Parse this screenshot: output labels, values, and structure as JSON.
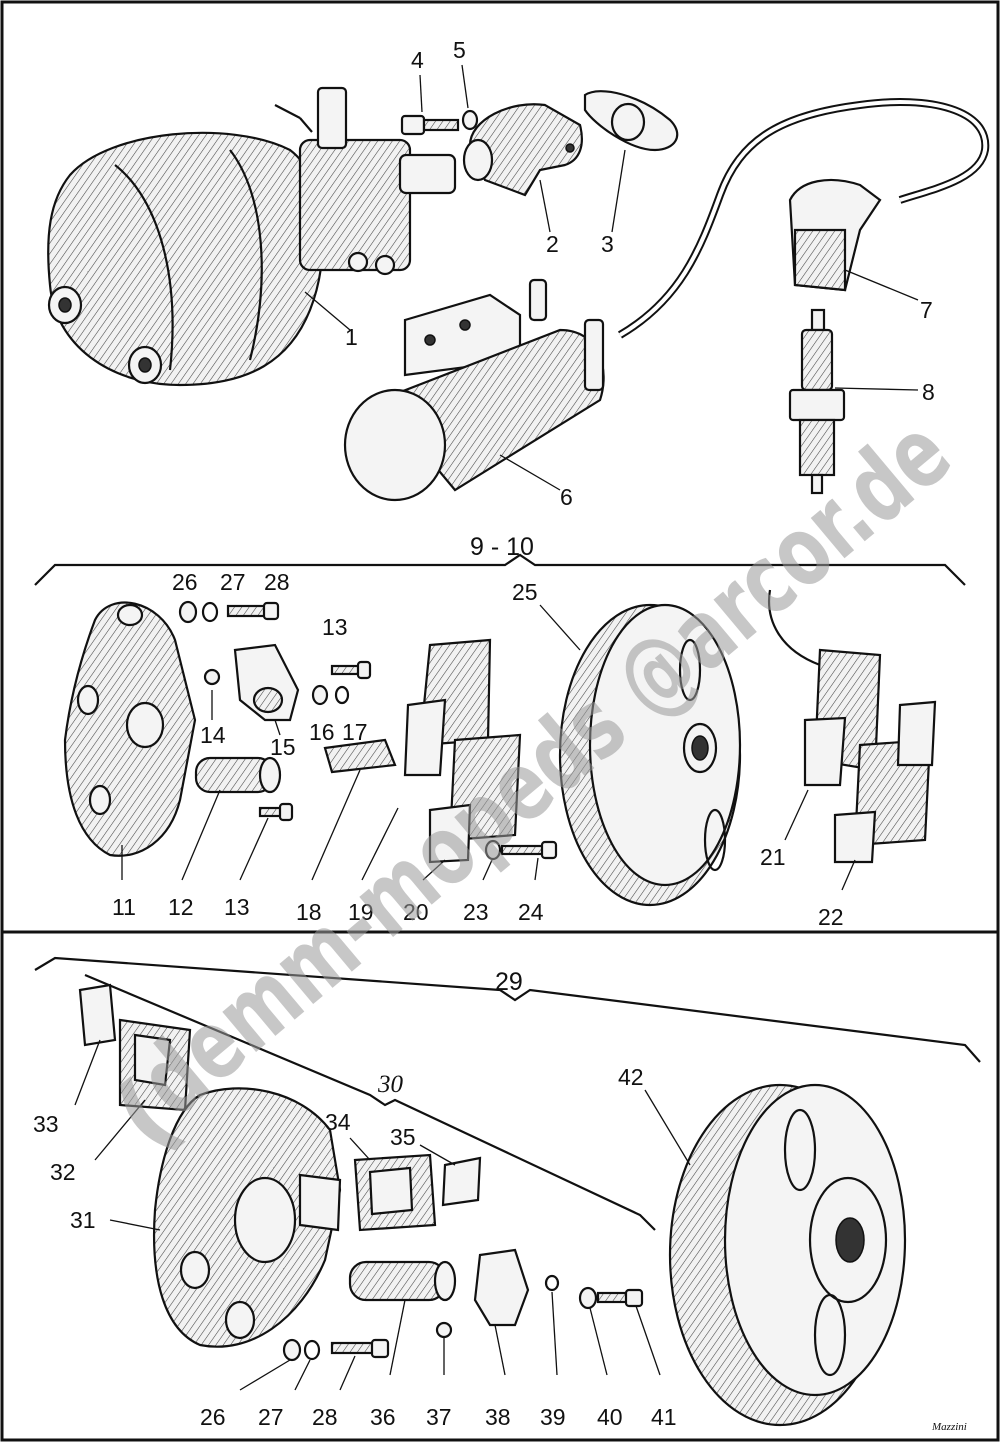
{
  "callouts": {
    "n1": "1",
    "n2": "2",
    "n3": "3",
    "n4": "4",
    "n5": "5",
    "n6": "6",
    "n7": "7",
    "n8": "8",
    "n11": "11",
    "n12": "12",
    "n13a": "13",
    "n13b": "13",
    "n14": "14",
    "n15": "15",
    "n16": "16",
    "n17": "17",
    "n18": "18",
    "n19": "19",
    "n20": "20",
    "n21": "21",
    "n22": "22",
    "n23": "23",
    "n24": "24",
    "n25": "25",
    "n26a": "26",
    "n27a": "27",
    "n28a": "28",
    "n26b": "26",
    "n27b": "27",
    "n28b": "28",
    "n31": "31",
    "n32": "32",
    "n33": "33",
    "n34": "34",
    "n35": "35",
    "n36": "36",
    "n37": "37",
    "n38": "38",
    "n39": "39",
    "n40": "40",
    "n41": "41",
    "n42": "42"
  },
  "groups": {
    "group_9_10": "9 - 10",
    "group_29": "29",
    "group_30": "30"
  },
  "watermark": "demm-mopeds @arcor.de",
  "watermark_prefix": "(",
  "artist_signature": "Mazzini"
}
